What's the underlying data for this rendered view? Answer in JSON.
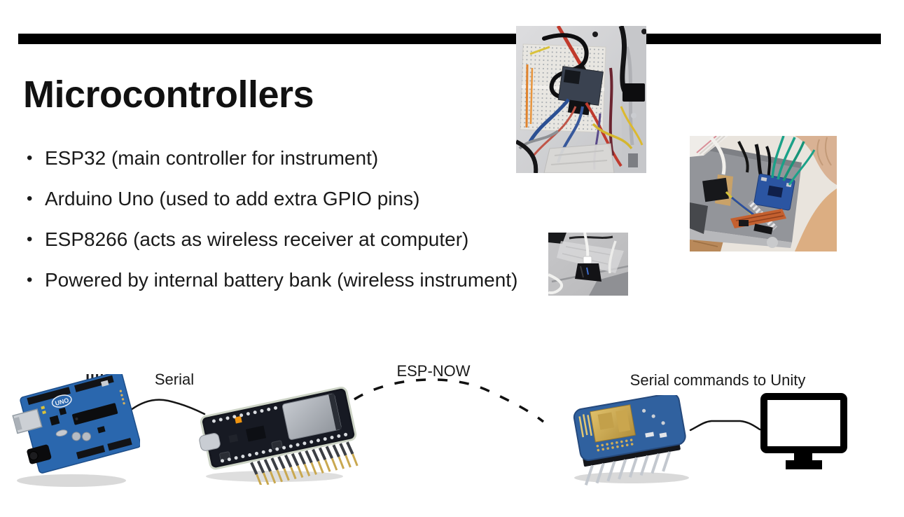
{
  "slide": {
    "title": "Microcontrollers",
    "bullets": [
      "ESP32 (main controller for instrument)",
      "Arduino Uno (used to add extra GPIO pins)",
      "ESP8266 (acts as wireless receiver at computer)",
      "Powered by internal battery bank (wireless instrument)"
    ],
    "accent_color": "#000000",
    "background_color": "#ffffff"
  },
  "diagram": {
    "connections": [
      {
        "from": "arduino-uno",
        "to": "esp32-devkit",
        "label": "Serial",
        "style": "solid"
      },
      {
        "from": "esp32-devkit",
        "to": "esp8266-d1-mini",
        "label": "ESP-NOW",
        "style": "dashed-arc"
      },
      {
        "from": "esp8266-d1-mini",
        "to": "computer-monitor",
        "label": "Serial commands to Unity",
        "style": "solid"
      }
    ],
    "devices": {
      "arduino": {
        "name": "arduino-uno",
        "board_text": "UNO",
        "board_color": "#2a67ae"
      },
      "esp32": {
        "name": "esp32-devkit",
        "board_color": "#14161e"
      },
      "esp8266": {
        "name": "esp8266-d1-mini",
        "board_color": "#30619f"
      },
      "monitor": {
        "name": "computer-monitor-icon",
        "color": "#000000"
      }
    }
  },
  "photos": {
    "breadboard": {
      "name": "breadboard-wiring-photo"
    },
    "enclosure": {
      "name": "enclosure-pcb-wiring-photo"
    },
    "cable": {
      "name": "cable-connector-photo"
    }
  }
}
